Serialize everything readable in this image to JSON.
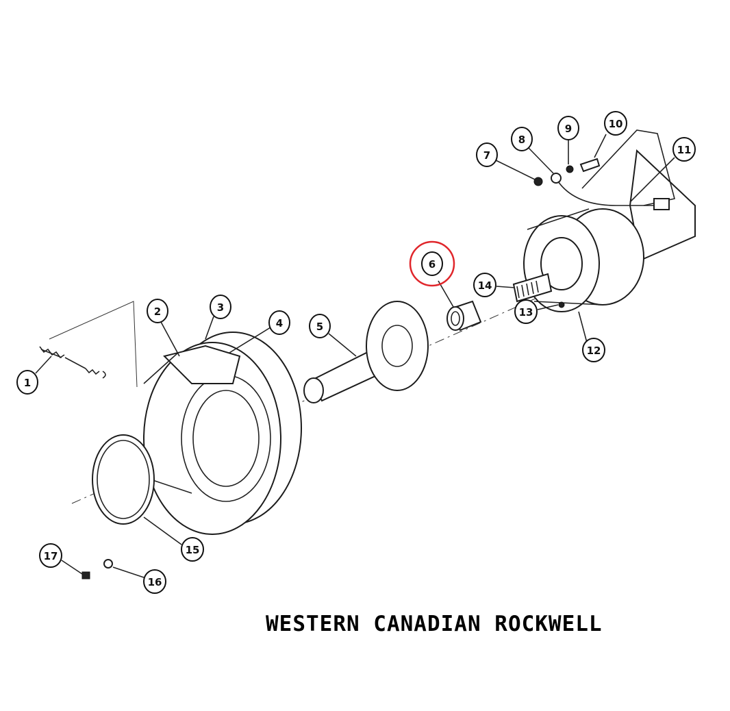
{
  "title_brand": "WESTERN CANADIAN ROCKWELL",
  "highlight_color": "#e0262b",
  "highlighted_callout": "6",
  "callouts": [
    "1",
    "2",
    "3",
    "4",
    "5",
    "6",
    "7",
    "8",
    "9",
    "10",
    "11",
    "12",
    "13",
    "14",
    "15",
    "16",
    "17"
  ]
}
